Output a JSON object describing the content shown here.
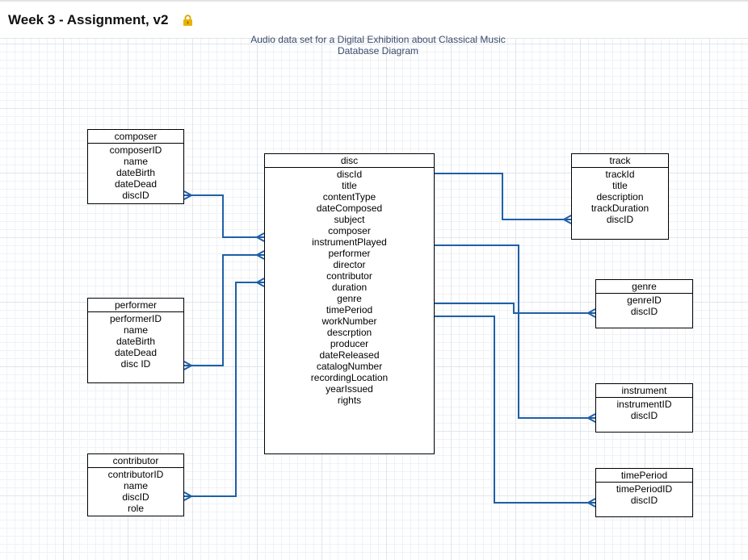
{
  "page": {
    "title": "Week 3 - Assignment, v2",
    "lock_icon": "lock-icon"
  },
  "diagram": {
    "caption_line1": "Audio data set for a Digital Exhibition about Classical Music",
    "caption_line2": "Database Diagram",
    "line_color": "#1f5fa8",
    "entities": {
      "composer": {
        "name": "composer",
        "fields": [
          "composerID",
          "name",
          "dateBirth",
          "dateDead",
          "discID"
        ]
      },
      "performer": {
        "name": "performer",
        "fields": [
          "performerID",
          "name",
          "dateBirth",
          "dateDead",
          "disc ID"
        ]
      },
      "contributor": {
        "name": "contributor",
        "fields": [
          "contributorID",
          "name",
          "discID",
          "role"
        ]
      },
      "disc": {
        "name": "disc",
        "fields": [
          "discId",
          "title",
          "contentType",
          "dateComposed",
          "subject",
          "composer",
          "instrumentPlayed",
          "performer",
          "director",
          "contributor",
          "duration",
          "genre",
          "timePeriod",
          "workNumber",
          "descrption",
          "producer",
          "dateReleased",
          "catalogNumber",
          "recordingLocation",
          "yearIssued",
          "rights"
        ]
      },
      "track": {
        "name": "track",
        "fields": [
          "trackId",
          "title",
          "description",
          "trackDuration",
          "discID"
        ]
      },
      "genre": {
        "name": "genre",
        "fields": [
          "genreID",
          "discID"
        ]
      },
      "instrument": {
        "name": "instrument",
        "fields": [
          "instrumentID",
          "discID"
        ]
      },
      "timePeriod": {
        "name": "timePeriod",
        "fields": [
          "timePeriodID",
          "discID"
        ]
      }
    }
  }
}
